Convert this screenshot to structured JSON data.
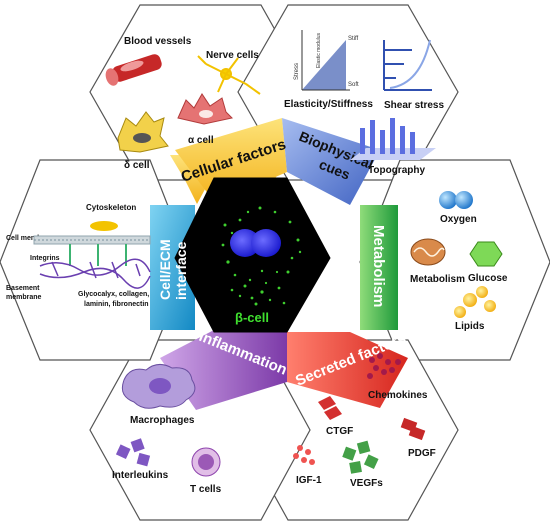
{
  "center": {
    "label": "β-cell"
  },
  "segments": {
    "cellular": {
      "title": "Cellular factors",
      "items": [
        "Blood vessels",
        "Nerve cells",
        "α cell",
        "δ cell"
      ],
      "color": "#f6c32a"
    },
    "biophysical": {
      "title_line1": "Biophysical",
      "title_line2": "cues",
      "items": [
        "Elasticity/Stiffness",
        "Shear stress",
        "Topography"
      ],
      "mini": {
        "stress": "Stress",
        "elastic": "Elastic modulus",
        "stiff": "Stiff",
        "soft": "Soft"
      },
      "color": "#5b7fd1"
    },
    "metabolism": {
      "title": "Metabolism",
      "items": [
        "Oxygen",
        "Metabolism",
        "Glucose",
        "Lipids"
      ],
      "color": "#4caf50"
    },
    "secreted": {
      "title": "Secreted factors",
      "items": [
        "Chemokines",
        "CTGF",
        "PDGF",
        "IGF-1",
        "VEGFs"
      ],
      "color": "#e53935"
    },
    "inflammation": {
      "title": "Inflammation",
      "items": [
        "Macrophages",
        "Interleukins",
        "T cells"
      ],
      "color": "#8e44ad"
    },
    "interface": {
      "title_line1": "Cell/ECM",
      "title_line2": "interface",
      "items": [
        "Cytoskeleton",
        "Cell membrane",
        "Integrins",
        "Basement membrane",
        "Glycocalyx, collagen,",
        "laminin, fibronectin"
      ],
      "color": "#1aa3d9"
    }
  }
}
